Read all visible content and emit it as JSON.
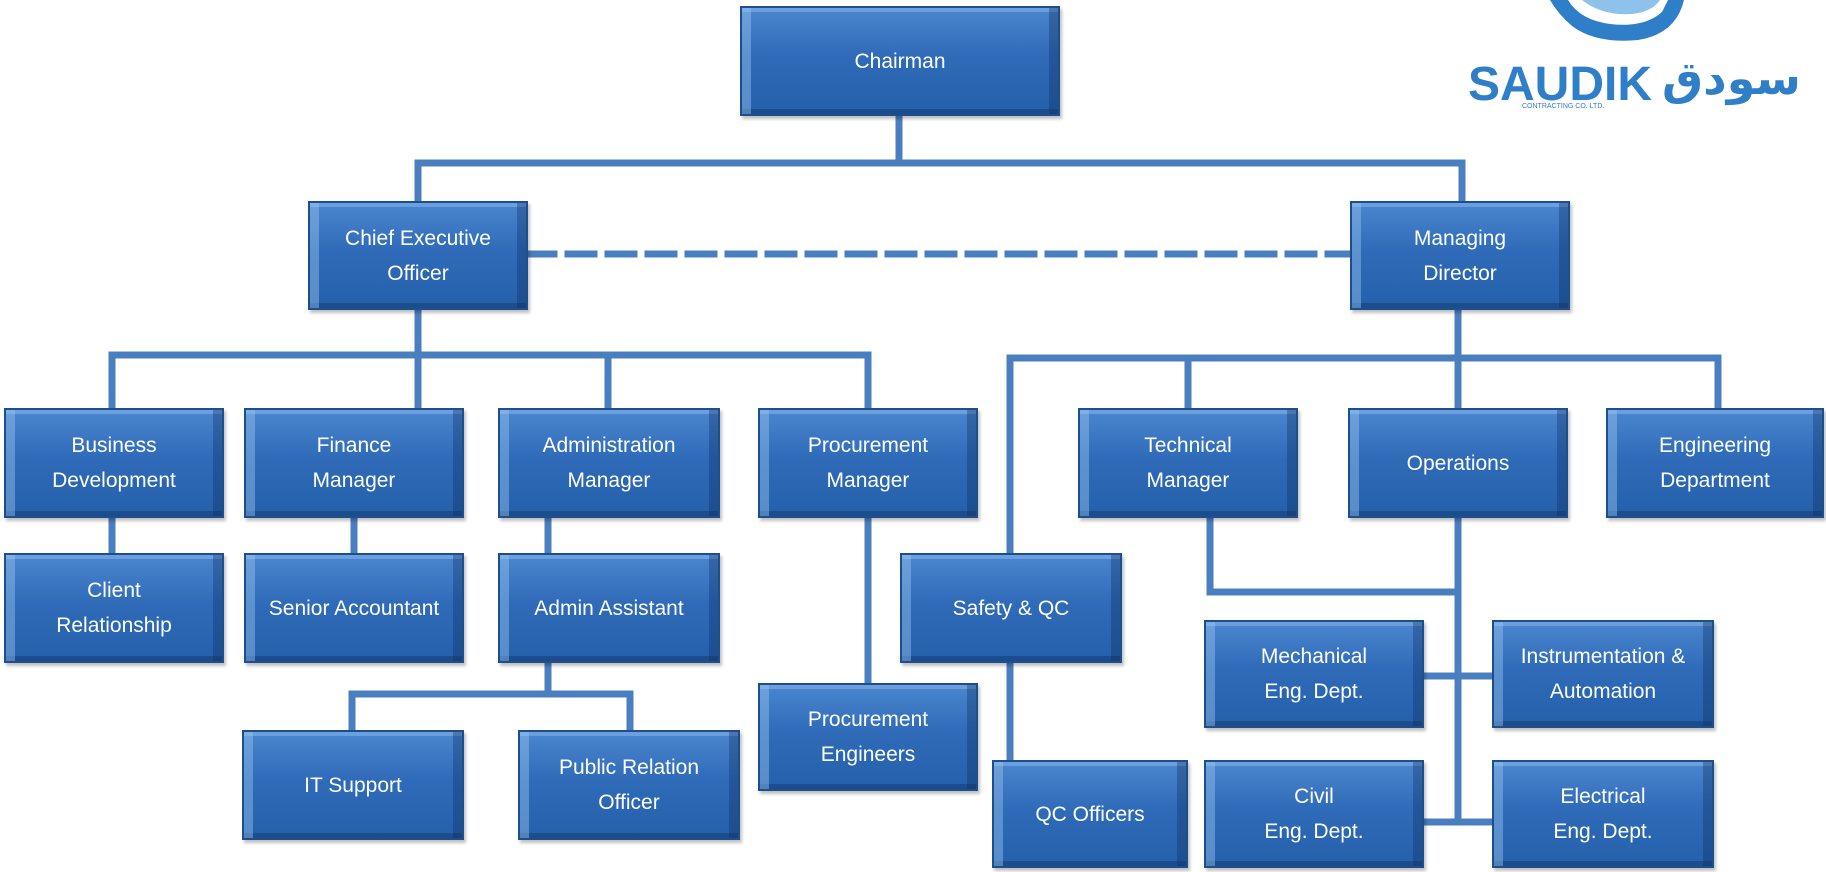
{
  "nodes": {
    "chairman": "Chairman",
    "ceo": "Chief Executive\nOfficer",
    "md": "Managing\nDirector",
    "bizdev": "Business\nDevelopment",
    "finance": "Finance\nManager",
    "admin": "Administration\nManager",
    "procurement": "Procurement\nManager",
    "technical": "Technical\nManager",
    "operations": "Operations",
    "engineering": "Engineering\nDepartment",
    "client": "Client\nRelationship",
    "senior_acc": "Senior Accountant",
    "admin_asst": "Admin Assistant",
    "safety": "Safety & QC",
    "it": "IT Support",
    "pr": "Public Relation\nOfficer",
    "proc_eng": "Procurement\nEngineers",
    "qc": "QC Officers",
    "mech": "Mechanical\nEng. Dept.",
    "instr": "Instrumentation &\nAutomation",
    "civil": "Civil\nEng. Dept.",
    "elec": "Electrical\nEng. Dept."
  },
  "logo": {
    "name_latin": "SAUDIK",
    "name_arabic": "سودق",
    "tagline": "CONTRACTING CO. LTD."
  },
  "colors": {
    "box_fill": "#2f6bb8",
    "box_border": "#1e4f8c",
    "connector": "#4a7fbf",
    "logo_blue": "#2f7fc8"
  }
}
